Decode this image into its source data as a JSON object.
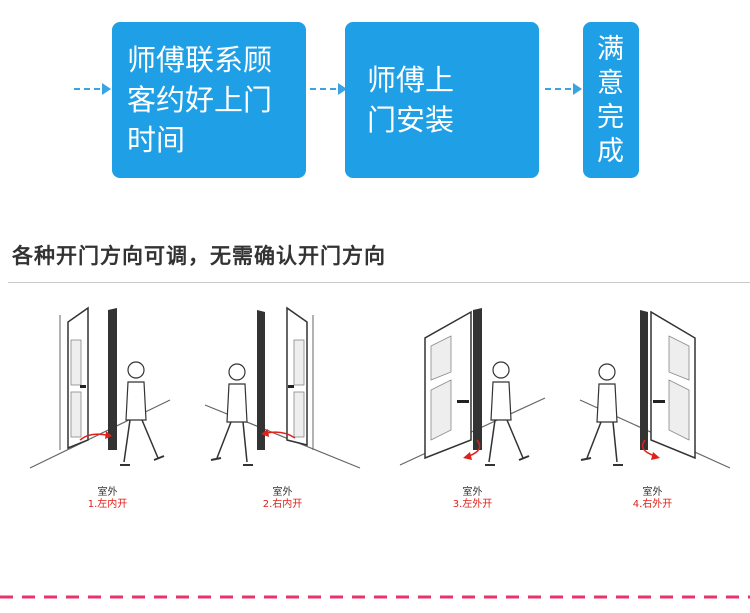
{
  "process": {
    "steps": [
      {
        "text": "师傅联系顾\n客约好上门\n时间"
      },
      {
        "text": "师傅上\n门安装"
      },
      {
        "text": "满\n意\n完\n成"
      }
    ],
    "box_color": "#1e9fe6",
    "arrow_color": "#3aa3e3"
  },
  "section": {
    "title": "各种开门方向可调，无需确认开门方向"
  },
  "doors": [
    {
      "outside": "室外",
      "label": "1.左内开"
    },
    {
      "outside": "室外",
      "label": "2.右内开"
    },
    {
      "outside": "室外",
      "label": "3.左外开"
    },
    {
      "outside": "室外",
      "label": "4.右外开"
    }
  ],
  "accent_red": "#e0201a",
  "divider_color": "#e8336b"
}
